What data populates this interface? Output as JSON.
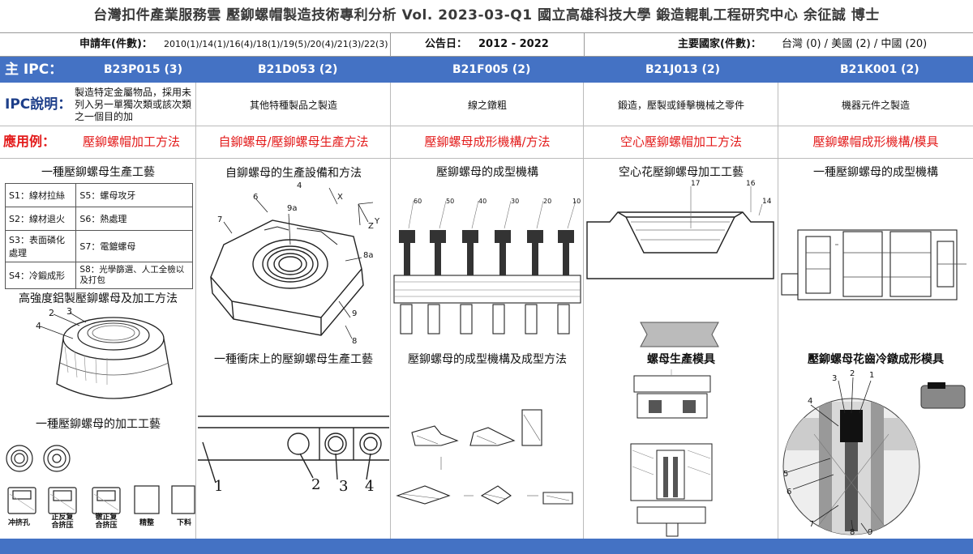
{
  "header": {
    "title": "台灣扣件產業服務雲  壓鉚螺帽製造技術專利分析  Vol. 2023-03-Q1  國立高雄科技大學  鍛造輥軋工程研究中心   余征誠 博士"
  },
  "meta": {
    "application_label": "申請年(件數)：",
    "application_value": "2010(1)/14(1)/16(4)/18(1)/19(5)/20(4)/21(3)/22(3)",
    "pub_label": "公告日：",
    "pub_value": "2012 - 2022",
    "country_label": "主要國家(件數)：",
    "country_value": "台灣 (0) / 美國 (2) / 中國 (20)"
  },
  "ipc_bar": {
    "label": "主 IPC：",
    "codes": [
      "B23P015 (3)",
      "B21D053 (2)",
      "B21F005 (2)",
      "B21J013 (2)",
      "B21K001 (2)"
    ]
  },
  "ipc_desc": {
    "label": "IPC說明：",
    "items": [
      "製造特定金屬物品，採用未列入另一單獨次類或該次類之一個目的加",
      "其他特種製品之製造",
      "線之鐓粗",
      "鍛造，壓製或錘擊機械之零件",
      "機器元件之製造"
    ]
  },
  "application": {
    "label": "應用例：",
    "items": [
      "壓鉚螺帽加工方法",
      "自鉚螺母/壓鉚螺母生產方法",
      "壓鉚螺母成形機構/方法",
      "空心壓鉚螺帽加工方法",
      "壓鉚螺帽成形機構/模具"
    ]
  },
  "col1": {
    "cap1": "一種壓鉚螺母生產工藝",
    "steps": [
      [
        "S1：線材拉絲",
        "S5：螺母攻牙"
      ],
      [
        "S2：線材退火",
        "S6：熱處理"
      ],
      [
        "S3：表面磷化處理",
        "S7：電鍍螺母"
      ],
      [
        "S4：冷鍛成形",
        "S8：光學篩選、人工全檢以及打包"
      ]
    ],
    "cap2": "高強度鋁製壓鉚螺母及加工方法",
    "cap3": "一種壓鉚螺母的加工工藝",
    "fig_labels": [
      "2",
      "3",
      "4"
    ],
    "stage_labels": [
      "冲挤孔",
      "正反复合挤压",
      "镦正复合挤压",
      "精整",
      "下料"
    ]
  },
  "col2": {
    "cap1": "自鉚螺母的生產設備和方法",
    "cap2": "一種衝床上的壓鉚螺母生產工藝",
    "fig_labels": [
      "4",
      "6",
      "7",
      "9a",
      "8a",
      "9",
      "8",
      "X",
      "Z",
      "Y"
    ],
    "strip_labels": [
      "1",
      "2",
      "3",
      "4"
    ]
  },
  "col3": {
    "cap1": "壓鉚螺母的成型機構",
    "cap2": "壓鉚螺母的成型機構及成型方法",
    "fig_labels": [
      "60",
      "50",
      "40",
      "30",
      "20",
      "10"
    ]
  },
  "col4": {
    "cap1": "空心花壓鉚螺母加工工藝",
    "cap2": "螺母生產模具",
    "fig_labels": [
      "17",
      "16",
      "14"
    ]
  },
  "col5": {
    "cap1": "一種壓鉚螺母的成型機構",
    "cap2": "壓鉚螺母花齒冷鐓成形模具",
    "fig_labels": [
      "1",
      "2",
      "3",
      "4",
      "5",
      "6",
      "7",
      "8",
      "9"
    ]
  },
  "colors": {
    "accent_blue": "#4472c4",
    "red_text": "#e31b1b"
  }
}
